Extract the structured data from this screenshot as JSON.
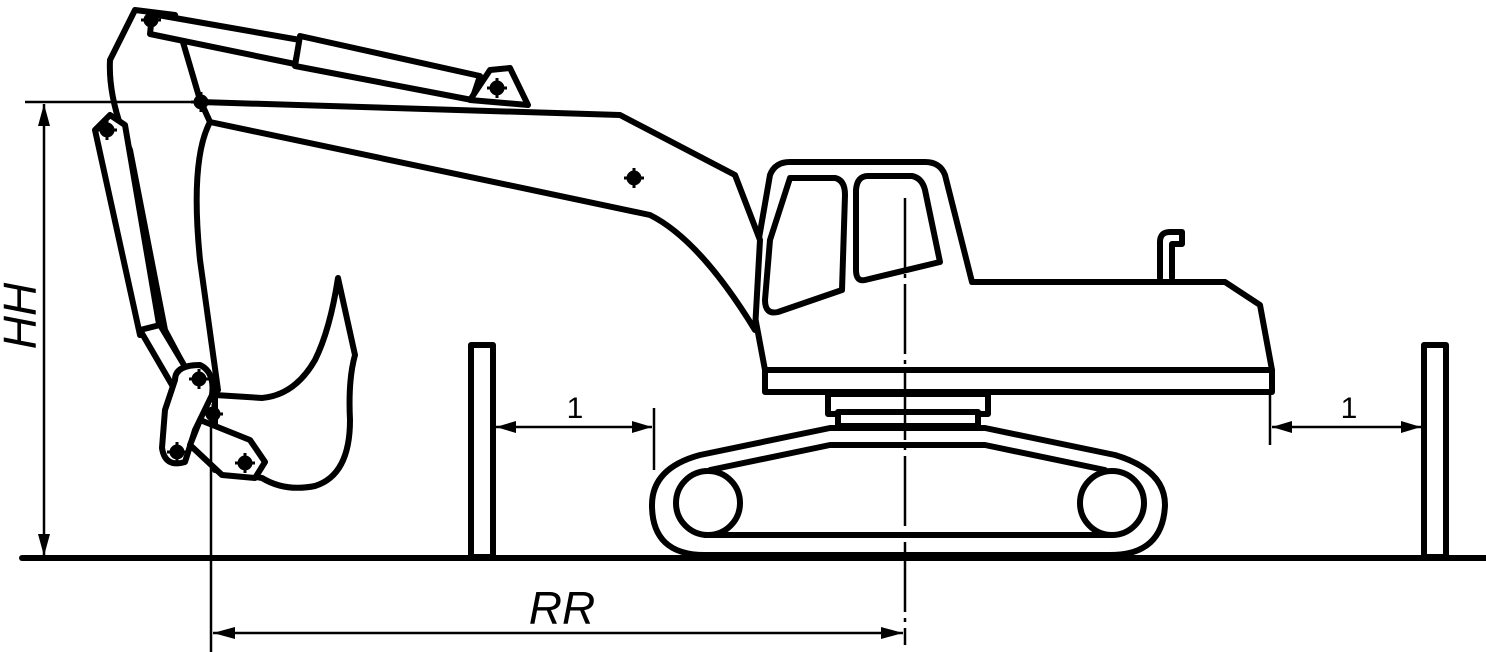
{
  "labels": {
    "height": "HH",
    "radius": "RR",
    "clearance_left": "1",
    "clearance_right": "1"
  },
  "icons": {
    "machine": "excavator",
    "pin": "pivot-pin-marker"
  }
}
